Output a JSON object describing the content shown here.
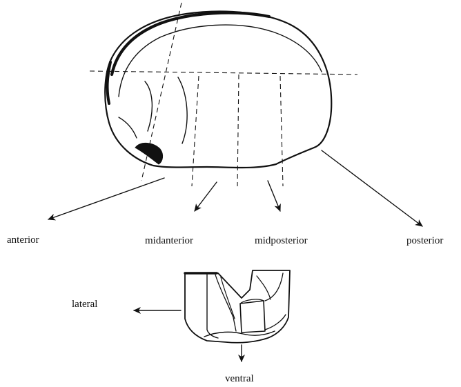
{
  "labels": {
    "anterior": "anterior",
    "midanterior": "midanterior",
    "midposterior": "midposterior",
    "posterior": "posterior",
    "lateral": "lateral",
    "ventral": "ventral"
  }
}
